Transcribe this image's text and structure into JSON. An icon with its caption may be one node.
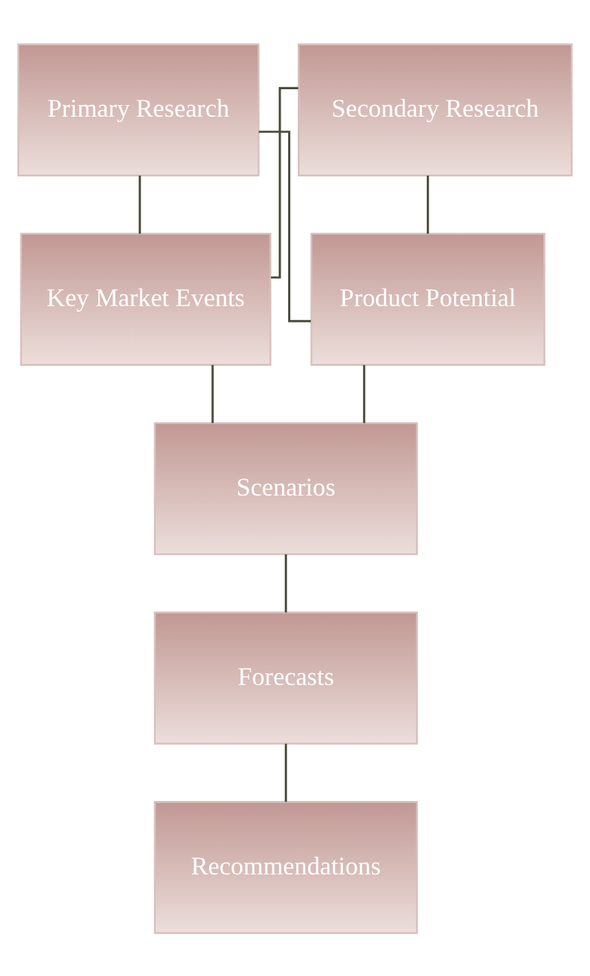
{
  "diagram": {
    "nodes": [
      {
        "text": [
          "Primary Research"
        ]
      },
      {
        "text": [
          "Secondary Research"
        ]
      },
      {
        "text": [
          "Key Market Events"
        ]
      },
      {
        "text": [
          "Product Potential"
        ]
      },
      {
        "text": [
          "Scenarios"
        ]
      },
      {
        "text": [
          "Forecasts"
        ]
      },
      {
        "text": [
          "Recommendations"
        ]
      }
    ],
    "edges": [
      {
        "from": 0,
        "to": 2,
        "arrow": "none"
      },
      {
        "from": 0,
        "to": 3,
        "arrow": "none"
      },
      {
        "from": 1,
        "to": 2,
        "arrow": "none"
      },
      {
        "from": 1,
        "to": 3,
        "arrow": "none"
      },
      {
        "from": 2,
        "to": 4,
        "arrow": "none"
      },
      {
        "from": 3,
        "to": 4,
        "arrow": "none"
      },
      {
        "from": 4,
        "to": 5,
        "arrow": "none"
      },
      {
        "from": 5,
        "to": 6,
        "arrow": "none"
      }
    ]
  }
}
